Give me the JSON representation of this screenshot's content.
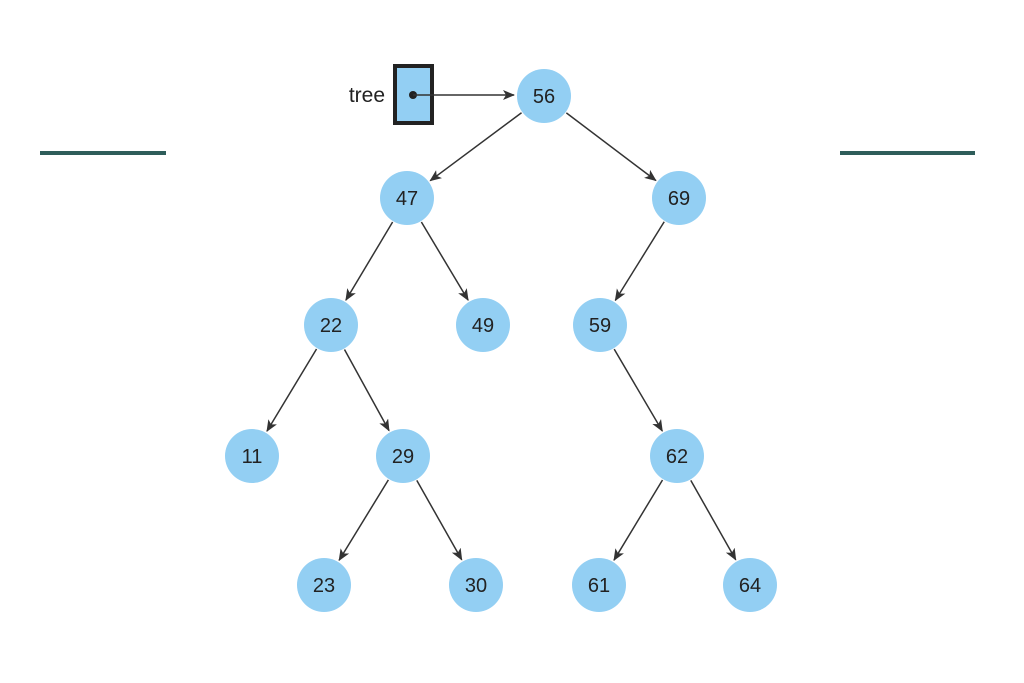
{
  "colors": {
    "node_fill": "#93cff3",
    "pointer_fill": "#93cff3",
    "edge": "#333333",
    "accent_bar": "#2e5d5a"
  },
  "root_pointer": {
    "label": "tree",
    "points_to": "56"
  },
  "nodes": [
    {
      "id": "56",
      "label": "56"
    },
    {
      "id": "47",
      "label": "47"
    },
    {
      "id": "69",
      "label": "69"
    },
    {
      "id": "22",
      "label": "22"
    },
    {
      "id": "49",
      "label": "49"
    },
    {
      "id": "59",
      "label": "59"
    },
    {
      "id": "11",
      "label": "11"
    },
    {
      "id": "29",
      "label": "29"
    },
    {
      "id": "62",
      "label": "62"
    },
    {
      "id": "23",
      "label": "23"
    },
    {
      "id": "30",
      "label": "30"
    },
    {
      "id": "61",
      "label": "61"
    },
    {
      "id": "64",
      "label": "64"
    }
  ],
  "edges": [
    {
      "from": "56",
      "to": "47"
    },
    {
      "from": "56",
      "to": "69"
    },
    {
      "from": "47",
      "to": "22"
    },
    {
      "from": "47",
      "to": "49"
    },
    {
      "from": "69",
      "to": "59"
    },
    {
      "from": "22",
      "to": "11"
    },
    {
      "from": "22",
      "to": "29"
    },
    {
      "from": "59",
      "to": "62"
    },
    {
      "from": "29",
      "to": "23"
    },
    {
      "from": "29",
      "to": "30"
    },
    {
      "from": "62",
      "to": "61"
    },
    {
      "from": "62",
      "to": "64"
    }
  ]
}
